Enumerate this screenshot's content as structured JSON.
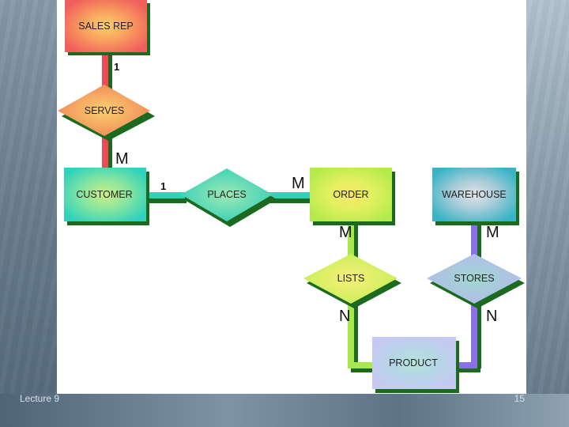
{
  "entities": {
    "sales_rep": "SALES REP",
    "customer": "CUSTOMER",
    "order": "ORDER",
    "warehouse": "WAREHOUSE",
    "product": "PRODUCT"
  },
  "relationships": {
    "serves": "SERVES",
    "places": "PLACES",
    "lists": "LISTS",
    "stores": "STORES"
  },
  "cardinalities": {
    "serves_salesrep": "1",
    "serves_customer": "M",
    "places_customer": "1",
    "places_order": "M",
    "lists_order": "M",
    "lists_product": "N",
    "stores_warehouse": "M",
    "stores_product": "N"
  },
  "colors": {
    "sales_rep": "#f26a5e",
    "customer": "#33d6c0",
    "order": "#c6f04e",
    "warehouse": "#3fb8c8",
    "product": "#c9c9f2",
    "line_red": "#ef4a52",
    "line_teal": "#2fd4b8",
    "line_green": "#a8e84e",
    "line_purple": "#8a6fe6"
  },
  "footer": {
    "left": "Lecture 9",
    "right": "15"
  }
}
